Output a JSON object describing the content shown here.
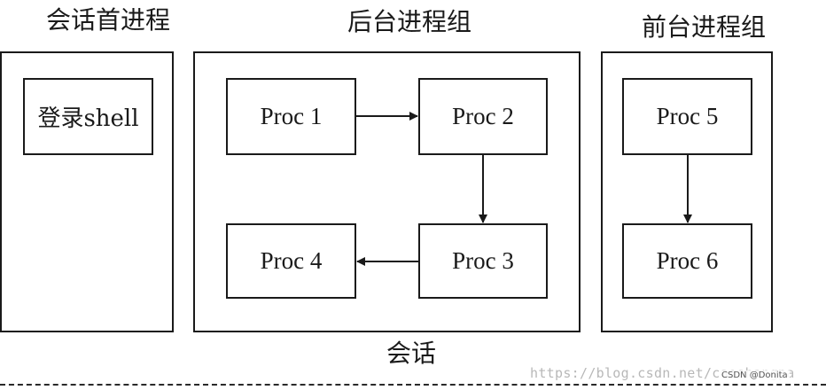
{
  "groups": {
    "session_leader": {
      "title": "会话首进程",
      "login_shell": "登录shell"
    },
    "background": {
      "title": "后台进程组"
    },
    "foreground": {
      "title": "前台进程组"
    }
  },
  "session_label": "会话",
  "procs": {
    "p1": "Proc 1",
    "p2": "Proc 2",
    "p3": "Proc 3",
    "p4": "Proc 4",
    "p5": "Proc 5",
    "p6": "Proc 6"
  },
  "edges": [
    {
      "from": "Proc 1",
      "to": "Proc 2"
    },
    {
      "from": "Proc 2",
      "to": "Proc 3"
    },
    {
      "from": "Proc 3",
      "to": "Proc 4"
    },
    {
      "from": "Proc 5",
      "to": "Proc 6"
    }
  ],
  "watermark": "https://blog.csdn.net/caoshangpa",
  "csdn_tag": "CSDN @Donita"
}
